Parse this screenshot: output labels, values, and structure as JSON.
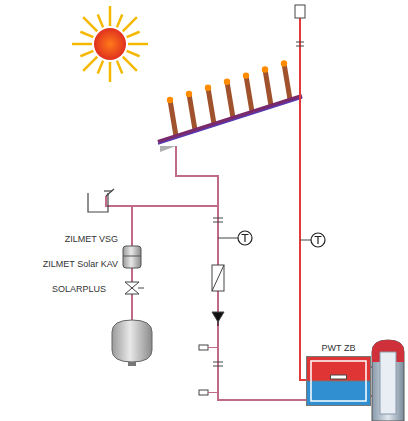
{
  "diagram": {
    "nodes": [
      {
        "text": [
          "PWT ZB"
        ]
      }
    ],
    "labels": [
      "ZILMET VSG",
      "ZILMET Solar KAV",
      "SOLARPLUS"
    ]
  }
}
